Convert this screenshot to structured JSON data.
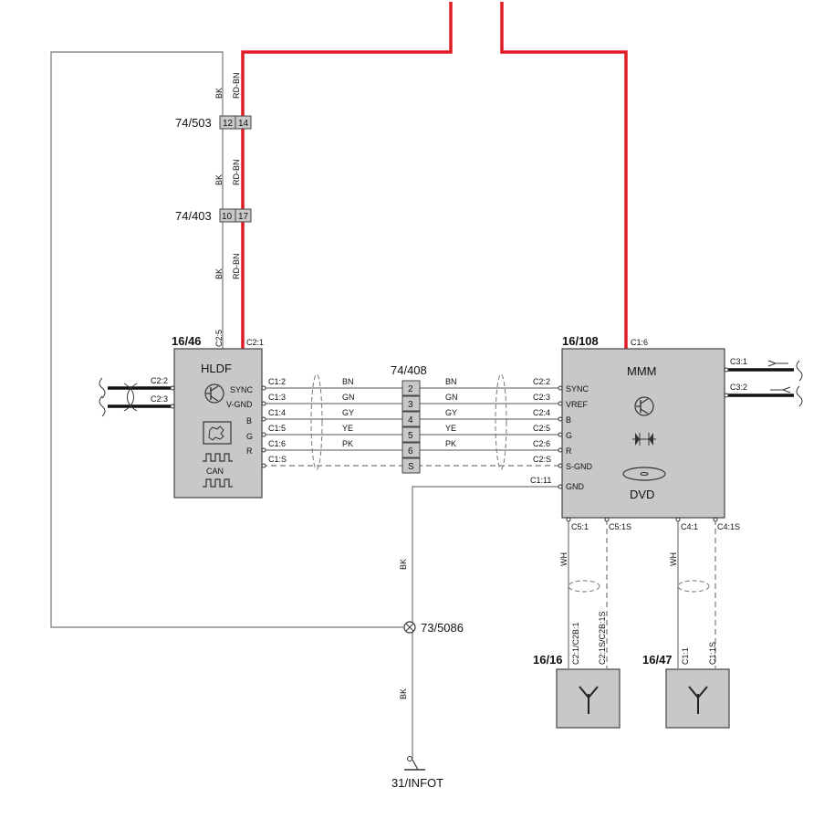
{
  "components": {
    "hldf": {
      "ref": "16/46",
      "name": "HLDF",
      "sub": "CAN",
      "top_pins": [
        "C2:5",
        "C2:1"
      ],
      "left_pins": [
        "C2:2",
        "C2:3"
      ],
      "pin_names": [
        "SYNC",
        "V-GND",
        "B",
        "G",
        "R"
      ],
      "out_pins": [
        "C1:2",
        "C1:3",
        "C1:4",
        "C1:5",
        "C1:6",
        "C1:S"
      ]
    },
    "mmm": {
      "ref": "16/108",
      "name": "MMM",
      "sub": "DVD",
      "top_pin": "C1:6",
      "in_pins": [
        "C2:2",
        "C2:3",
        "C2:4",
        "C2:5",
        "C2:6",
        "C2:S",
        "C1:11"
      ],
      "pin_names": [
        "SYNC",
        "VREF",
        "B",
        "G",
        "R",
        "S-GND",
        "GND"
      ],
      "right_pins": [
        "C3:1",
        "C3:2"
      ],
      "bottom_pins": [
        "C5:1",
        "C5:1S",
        "C4:1",
        "C4:1S"
      ]
    },
    "ant1": {
      "ref": "16/16",
      "pins": [
        "C2:1/C2B:1",
        "C2:1S/C2B:1S"
      ]
    },
    "ant2": {
      "ref": "16/47",
      "pins": [
        "C1:1",
        "C1:1S"
      ]
    }
  },
  "connectors": {
    "c503": {
      "ref": "74/503",
      "pins": [
        "12",
        "14"
      ]
    },
    "c403": {
      "ref": "74/403",
      "pins": [
        "10",
        "17"
      ]
    },
    "c408": {
      "ref": "74/408",
      "pins": [
        "2",
        "3",
        "4",
        "5",
        "6",
        "S"
      ]
    }
  },
  "splice": {
    "ref": "73/5086"
  },
  "ground": {
    "ref": "31/INFOT"
  },
  "wire_colors": {
    "left_pair": [
      "BK",
      "RD-BN"
    ],
    "signals": [
      "BN",
      "GN",
      "GY",
      "YE",
      "PK"
    ],
    "ground_bk": "BK",
    "ant": "WH"
  },
  "colors": {
    "power": "#e01b24",
    "component": "#c8c8c8",
    "wire": "#777777"
  }
}
